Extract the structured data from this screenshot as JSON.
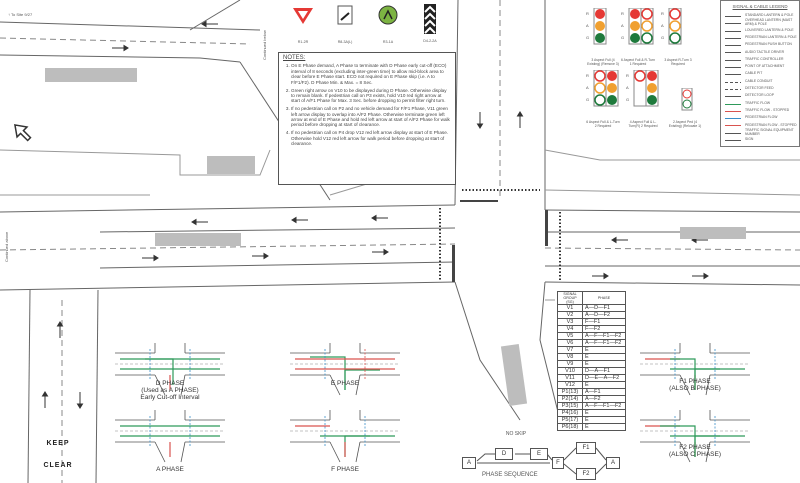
{
  "labels": {
    "to_site": "To Site 9/27",
    "continued_below": "Continued below",
    "continued_above": "Continued above",
    "keep": "KEEP",
    "clear": "CLEAR"
  },
  "signs": [
    {
      "code": "R1-2R",
      "icon": "give-way-sign"
    },
    {
      "code": "R8-3A(L)",
      "icon": "keep-left-sign"
    },
    {
      "code": "R3-1A",
      "icon": "roundabout-sign"
    },
    {
      "code": "D4-2-2A",
      "icon": "chevron-marker-sign"
    }
  ],
  "aspects": [
    {
      "caption": "3 Aspect Full (4 Existing) (Remove 3)"
    },
    {
      "caption": "6 Aspect Full & R-Turn 1 Required"
    },
    {
      "caption": "3 Aspect R-Turn 3 Required"
    },
    {
      "caption": "6 Aspect Full & L-Turn 2 Required"
    },
    {
      "caption": "4 Aspect Full & L-Turn(R) 2 Required"
    },
    {
      "caption": "2 Aspect Ped (4 Existing) (Relocate 1)"
    }
  ],
  "aspect_letters": [
    "R",
    "A",
    "G"
  ],
  "notes": {
    "title": "NOTES:",
    "items": [
      "On E Phase demand, A Phase to terminate with D Phase early cut-off (ECO) interval of 8 seconds (excluding inter-green time) to allow mid-block area to clear before E Phase start. ECO not required on E Phase skip (i.e. A to F/F1/F2). D Phase Min. & Max. = 8 Sec.",
      "Green right arrow on V10 to be displayed during D Phase. Otherwise display to remain blank. If pedestrian call on P3 exists, hold V10 red right arrow at start of A/F1 Phase for Max. 3 Sec. before dropping to permit filter right turn.",
      "If no pedestrian call on P2 and no vehicle demand for F/F1 Phase, V11 green left arrow display to overlap into A/F2 Phase. Otherwise terminate green left arrow at end of E Phase and hold red left arrow at start of A/F2 Phase for walk period before dropping at start of clearance.",
      "If no pedestrian call on P4 drop V12 red left arrow display at start of E Phase. Otherwise hold V12 red left arrow for walk period before dropping at start of clearance."
    ]
  },
  "legend": {
    "title": "SIGNAL & CABLE LEGEND",
    "items": [
      "STANDARD LANTERN & POLE",
      "OVERHEAD LANTERN (MAST ARM) & POLE",
      "LOUVERED LANTERN & POLE",
      "PEDESTRIAN LANTERN & POLE",
      "PEDESTRIAN PUSH BUTTON",
      "AUDIO TACTILE DRIVER",
      "TRAFFIC CONTROLLER",
      "POINT OF ATTACHMENT",
      "CABLE PIT",
      "CABLE CONDUIT",
      "DETECTOR FEED",
      "DETECTOR LOOP",
      "TRAFFIC FLOW",
      "TRAFFIC FLOW - STOPPED",
      "PEDESTRIAN FLOW",
      "PEDESTRIAN FLOW - STOPPED",
      "TRAFFIC SIGNAL EQUIPMENT NUMBER",
      "SIGN"
    ]
  },
  "signal_table": {
    "headers": [
      "SIGNAL GROUP (SG)",
      "PHASE"
    ],
    "rows": [
      [
        "V1",
        "A—D—F1"
      ],
      [
        "V2",
        "A—D—F2"
      ],
      [
        "V3",
        "F—F1"
      ],
      [
        "V4",
        "F—F2"
      ],
      [
        "V5",
        "A—F—F1—F2"
      ],
      [
        "V6",
        "A—F—F1—F2"
      ],
      [
        "V7",
        "E"
      ],
      [
        "V8",
        "E"
      ],
      [
        "V9",
        "E"
      ],
      [
        "V10",
        "D—A—F1"
      ],
      [
        "V11",
        "D—E—A—F2"
      ],
      [
        "V12",
        "E"
      ],
      [
        "P1(13)",
        "A—F1"
      ],
      [
        "P2(14)",
        "A—F2"
      ],
      [
        "P3(15)",
        "A—F—F1—F2"
      ],
      [
        "P4(16)",
        "E"
      ],
      [
        "P5(17)",
        "E"
      ],
      [
        "P6(18)",
        "E"
      ]
    ]
  },
  "phases": [
    {
      "label": "D PHASE",
      "sub1": "(Used as A PHASE)",
      "sub2": "Early Cut-off Interval"
    },
    {
      "label": "E PHASE",
      "sub1": "",
      "sub2": ""
    },
    {
      "label": "A PHASE",
      "sub1": "",
      "sub2": ""
    },
    {
      "label": "F PHASE",
      "sub1": "",
      "sub2": ""
    },
    {
      "label": "F1 PHASE",
      "sub1": "(ALSO B PHASE)",
      "sub2": ""
    },
    {
      "label": "F2 PHASE",
      "sub1": "(ALSO C PHASE)",
      "sub2": ""
    }
  ],
  "phase_sequence": {
    "title": "PHASE SEQUENCE",
    "no_skip": "NO SKIP",
    "nodes": [
      "A",
      "D",
      "E",
      "F",
      "F1",
      "F2",
      "A"
    ]
  },
  "colors": {
    "traffic_flow": "#2e9a5a",
    "traffic_stopped": "#d9534f",
    "pedestrian_flow": "#3a8fc9",
    "signal_red": "#e53935",
    "signal_amber": "#f0a030",
    "signal_green": "#1e7a3c",
    "line": "#555555"
  }
}
